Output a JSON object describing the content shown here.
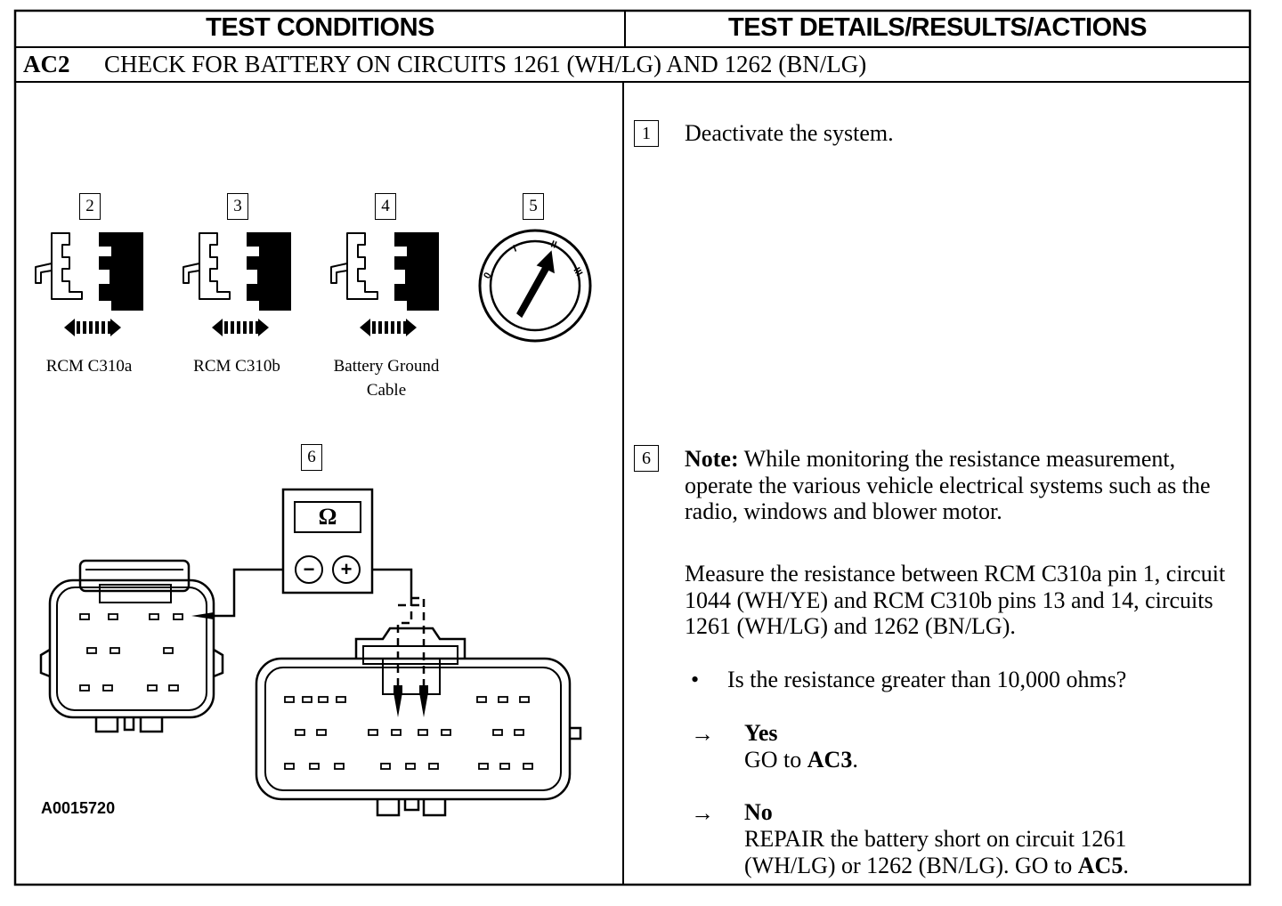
{
  "header": {
    "left_title": "TEST CONDITIONS",
    "right_title": "TEST DETAILS/RESULTS/ACTIONS"
  },
  "step": {
    "id": "AC2",
    "title": "CHECK FOR BATTERY ON CIRCUITS 1261 (WH/LG) AND 1262 (BN/LG)"
  },
  "diagram": {
    "callouts": [
      "2",
      "3",
      "4",
      "5",
      "6"
    ],
    "connectors": [
      {
        "label": "RCM C310a"
      },
      {
        "label": "RCM C310b"
      },
      {
        "label": "Battery Ground Cable"
      }
    ],
    "ignition_positions": [
      "0",
      "I",
      "II",
      "III"
    ],
    "meter_symbol": "Ω",
    "meter_minus": "−",
    "meter_plus": "+",
    "figure_id": "A0015720"
  },
  "details": {
    "step1_num": "1",
    "step1_text": "Deactivate the system.",
    "step6_num": "6",
    "note_label": "Note:",
    "note_text": "While monitoring the resistance measurement, operate the various vehicle electrical systems such as the radio, windows and blower motor.",
    "measure_text": "Measure the resistance between RCM C310a pin 1, circuit 1044 (WH/YE) and RCM C310b pins 13 and 14, circuits 1261 (WH/LG) and 1262 (BN/LG).",
    "bullet": "•",
    "question": "Is the resistance greater than 10,000 ohms?",
    "arrow": "→",
    "yes_label": "Yes",
    "yes_action_prefix": "GO to",
    "yes_action_target": "AC3",
    "yes_action_suffix": ".",
    "no_label": "No",
    "no_action_text": "REPAIR the battery short on circuit 1261 (WH/LG) or 1262 (BN/LG). GO to",
    "no_action_target": "AC5",
    "no_action_suffix": "."
  }
}
